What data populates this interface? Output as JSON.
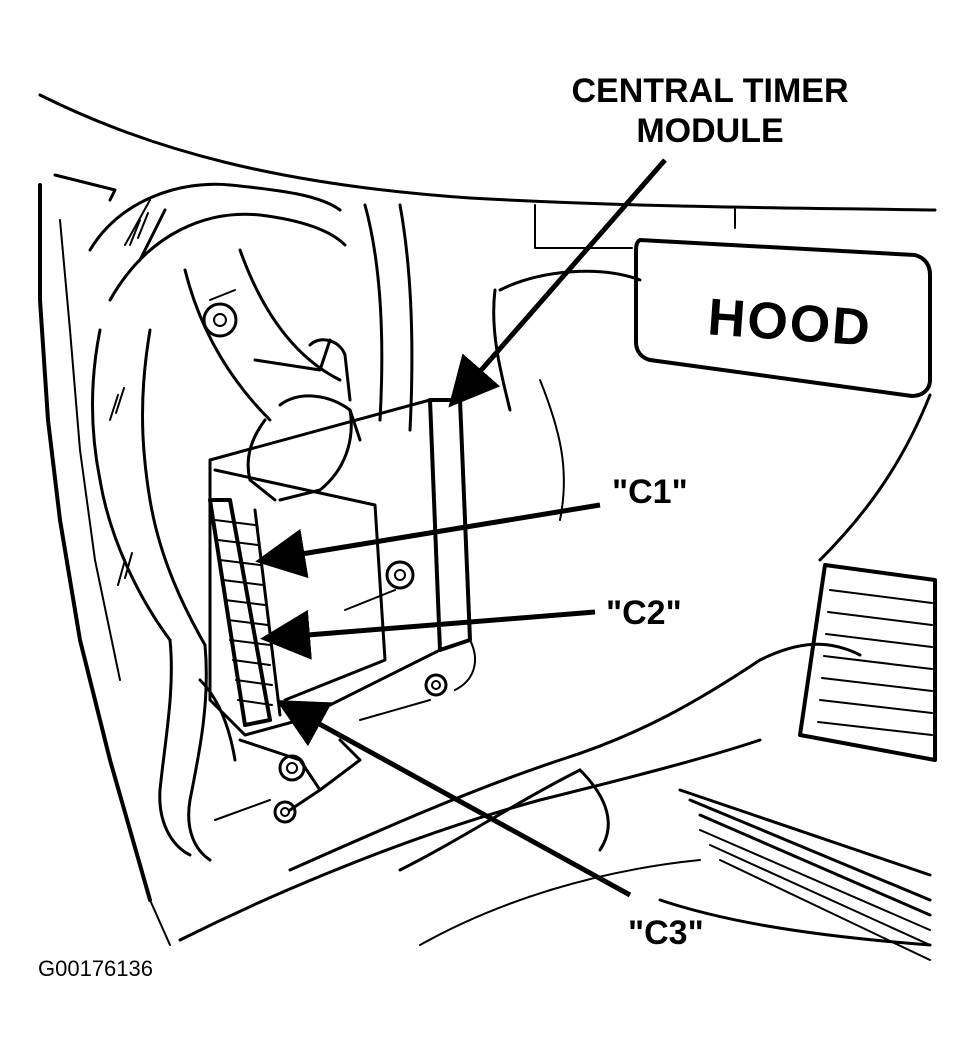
{
  "labels": {
    "central_timer_line1": "CENTRAL TIMER",
    "central_timer_line2": "MODULE",
    "c1": "\"C1\"",
    "c2": "\"C2\"",
    "c3": "\"C3\"",
    "hood": "HOOD"
  },
  "figure_id": "G00176136",
  "colors": {
    "line": "#000000",
    "background": "#ffffff"
  }
}
